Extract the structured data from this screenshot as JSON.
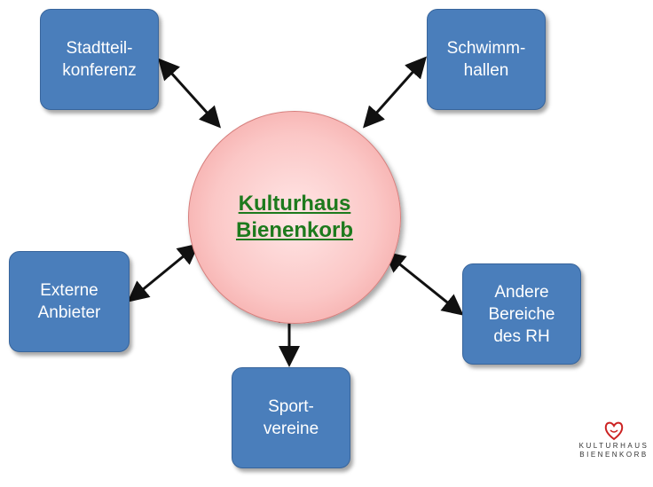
{
  "center": {
    "line1": "Kulturhaus",
    "line2": "Bienenkorb",
    "text_color": "#1d7a1d",
    "fill_color": "#fbc7c6"
  },
  "nodes": {
    "stadtteil": {
      "line1": "Stadtteil-",
      "line2": "konferenz"
    },
    "schwimm": {
      "line1": "Schwimm-",
      "line2": "hallen"
    },
    "externe": {
      "line1": "Externe",
      "line2": "Anbieter"
    },
    "andere": {
      "line1": "Andere",
      "line2": "Bereiche",
      "line3": "des RH"
    },
    "sport": {
      "line1": "Sport-",
      "line2": "vereine"
    }
  },
  "box_color": "#4a7ebb",
  "arrow_style": "double-headed",
  "logo": {
    "line1": "KULTURHAUS",
    "line2": "BIENENKORB",
    "icon": "heart-outline-icon",
    "icon_color": "#cc2222"
  }
}
